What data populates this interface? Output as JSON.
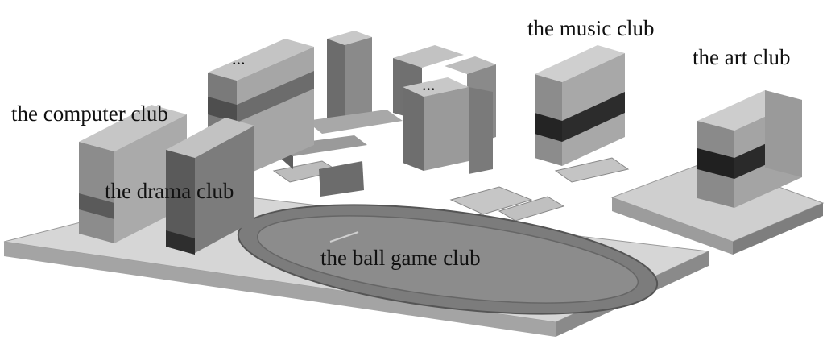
{
  "labels": {
    "music": "the music club",
    "art": "the art club",
    "computer": "the computer club",
    "drama": "the drama club",
    "ball": "the ball game club"
  },
  "ellipsis": "...",
  "colors": {
    "ground": "#d4d4d4",
    "ground_edge": "#9a9a9a",
    "track": "#7e7e7e",
    "field": "#8e8e8e",
    "dark_stripe": "#2e2e2e"
  }
}
